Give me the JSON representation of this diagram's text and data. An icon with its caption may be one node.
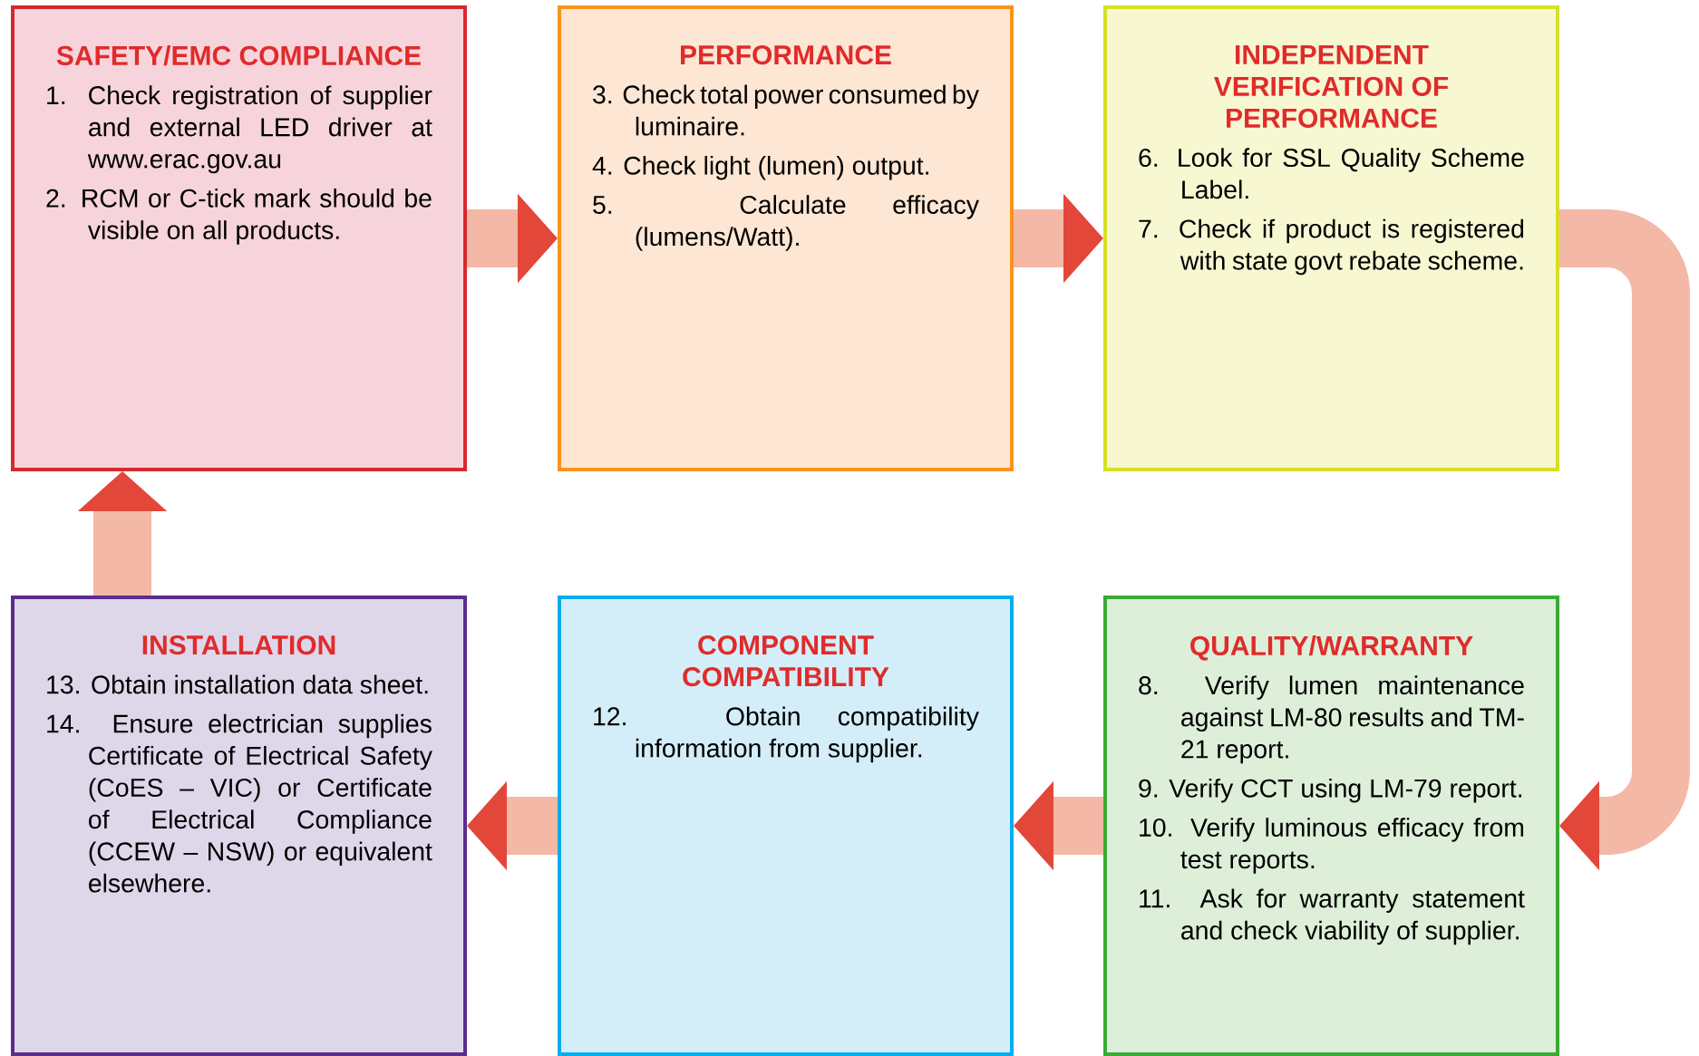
{
  "diagram": {
    "nodes": [
      {
        "text": [
          "SAFETY/EMC COMPLIANCE",
          "1. Check registration of supplier and external LED driver at www.erac.gov.au",
          "2. RCM or C-tick mark should be visible on all products."
        ]
      },
      {
        "text": [
          "PERFORMANCE",
          "3. Check total power consumed by luminaire.",
          "4. Check light (lumen) output.",
          "5. Calculate efficacy (lumens/Watt)."
        ]
      },
      {
        "text": [
          "INDEPENDENT VERIFICATION OF PERFORMANCE",
          "6. Look for SSL Quality Scheme Label.",
          "7. Check if product is registered with state govt rebate scheme."
        ]
      },
      {
        "text": [
          "INSTALLATION",
          "13. Obtain installation data sheet.",
          "14. Ensure electrician supplies Certificate of Electrical Safety (CoES – VIC) or Certificate of Electrical Compliance (CCEW – NSW) or equivalent elsewhere."
        ]
      },
      {
        "text": [
          "COMPONENT COMPATIBILITY",
          "12. Obtain compatibility information from supplier."
        ]
      },
      {
        "text": [
          "QUALITY/WARRANTY",
          "8. Verify lumen maintenance against LM-80 results and TM-21 report.",
          "9. Verify CCT using LM-79 report.",
          "10. Verify luminous efficacy from test reports.",
          "11. Ask for warranty statement and check viability of supplier."
        ]
      }
    ],
    "edges": [
      {
        "from": 0,
        "to": 1,
        "arrow": "to"
      },
      {
        "from": 1,
        "to": 2,
        "arrow": "to"
      },
      {
        "from": 2,
        "to": 5,
        "arrow": "to"
      },
      {
        "from": 5,
        "to": 4,
        "arrow": "to"
      },
      {
        "from": 4,
        "to": 3,
        "arrow": "to"
      },
      {
        "from": 3,
        "to": 0,
        "arrow": "to"
      }
    ]
  }
}
